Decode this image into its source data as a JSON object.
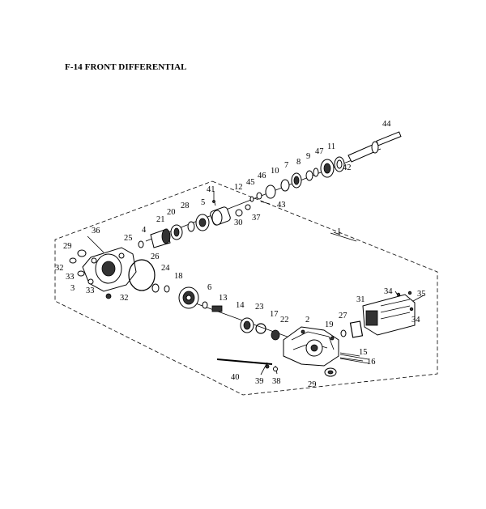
{
  "title": "F-14 FRONT DIFFERENTIAL",
  "callouts": [
    "1",
    "2",
    "3",
    "4",
    "5",
    "6",
    "7",
    "8",
    "9",
    "10",
    "11",
    "12",
    "13",
    "14",
    "15",
    "16",
    "17",
    "18",
    "19",
    "20",
    "21",
    "22",
    "23",
    "24",
    "25",
    "26",
    "27",
    "28",
    "29",
    "29",
    "30",
    "31",
    "32",
    "32",
    "33",
    "33",
    "34",
    "34",
    "35",
    "36",
    "37",
    "38",
    "39",
    "40",
    "41",
    "42",
    "43",
    "44",
    "45",
    "46",
    "47"
  ]
}
